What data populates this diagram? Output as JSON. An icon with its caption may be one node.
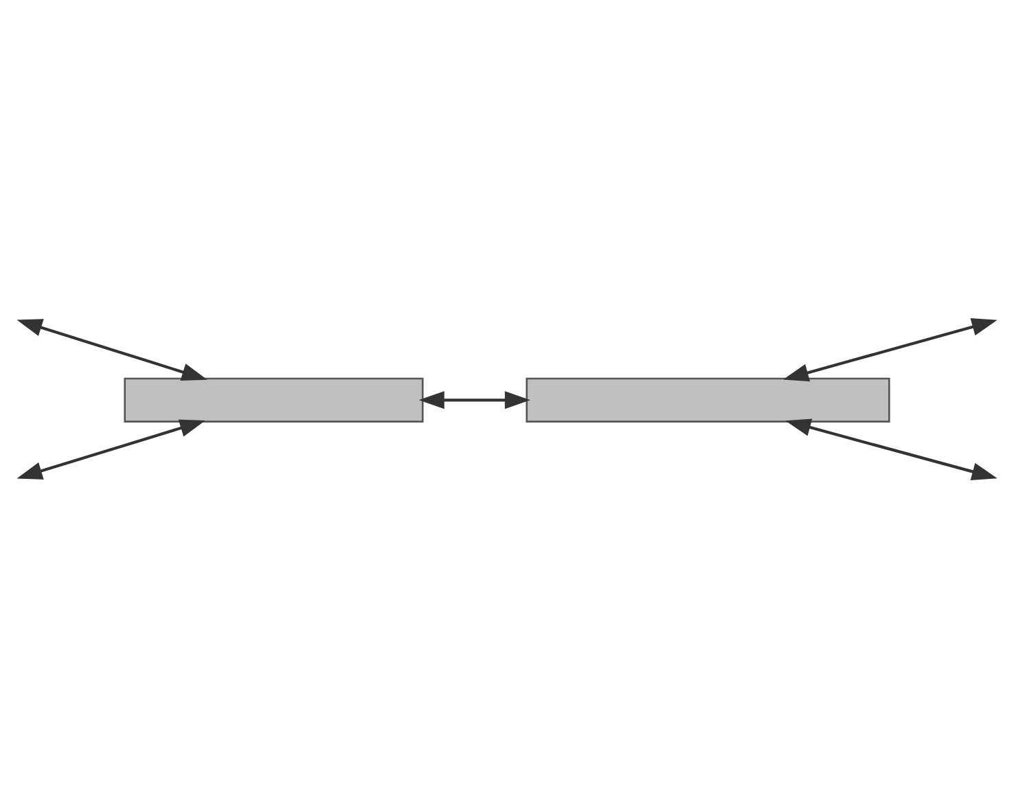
{
  "diagram": {
    "nodes": [
      {
        "text": [],
        "shape": "box"
      },
      {
        "text": [],
        "shape": "box"
      }
    ],
    "edges": [
      {
        "from": null,
        "to": 0,
        "arrow": "both"
      },
      {
        "from": null,
        "to": 0,
        "arrow": "both"
      },
      {
        "from": 0,
        "to": 1,
        "arrow": "both"
      },
      {
        "from": null,
        "to": 1,
        "arrow": "both"
      },
      {
        "from": null,
        "to": 1,
        "arrow": "both"
      }
    ]
  }
}
